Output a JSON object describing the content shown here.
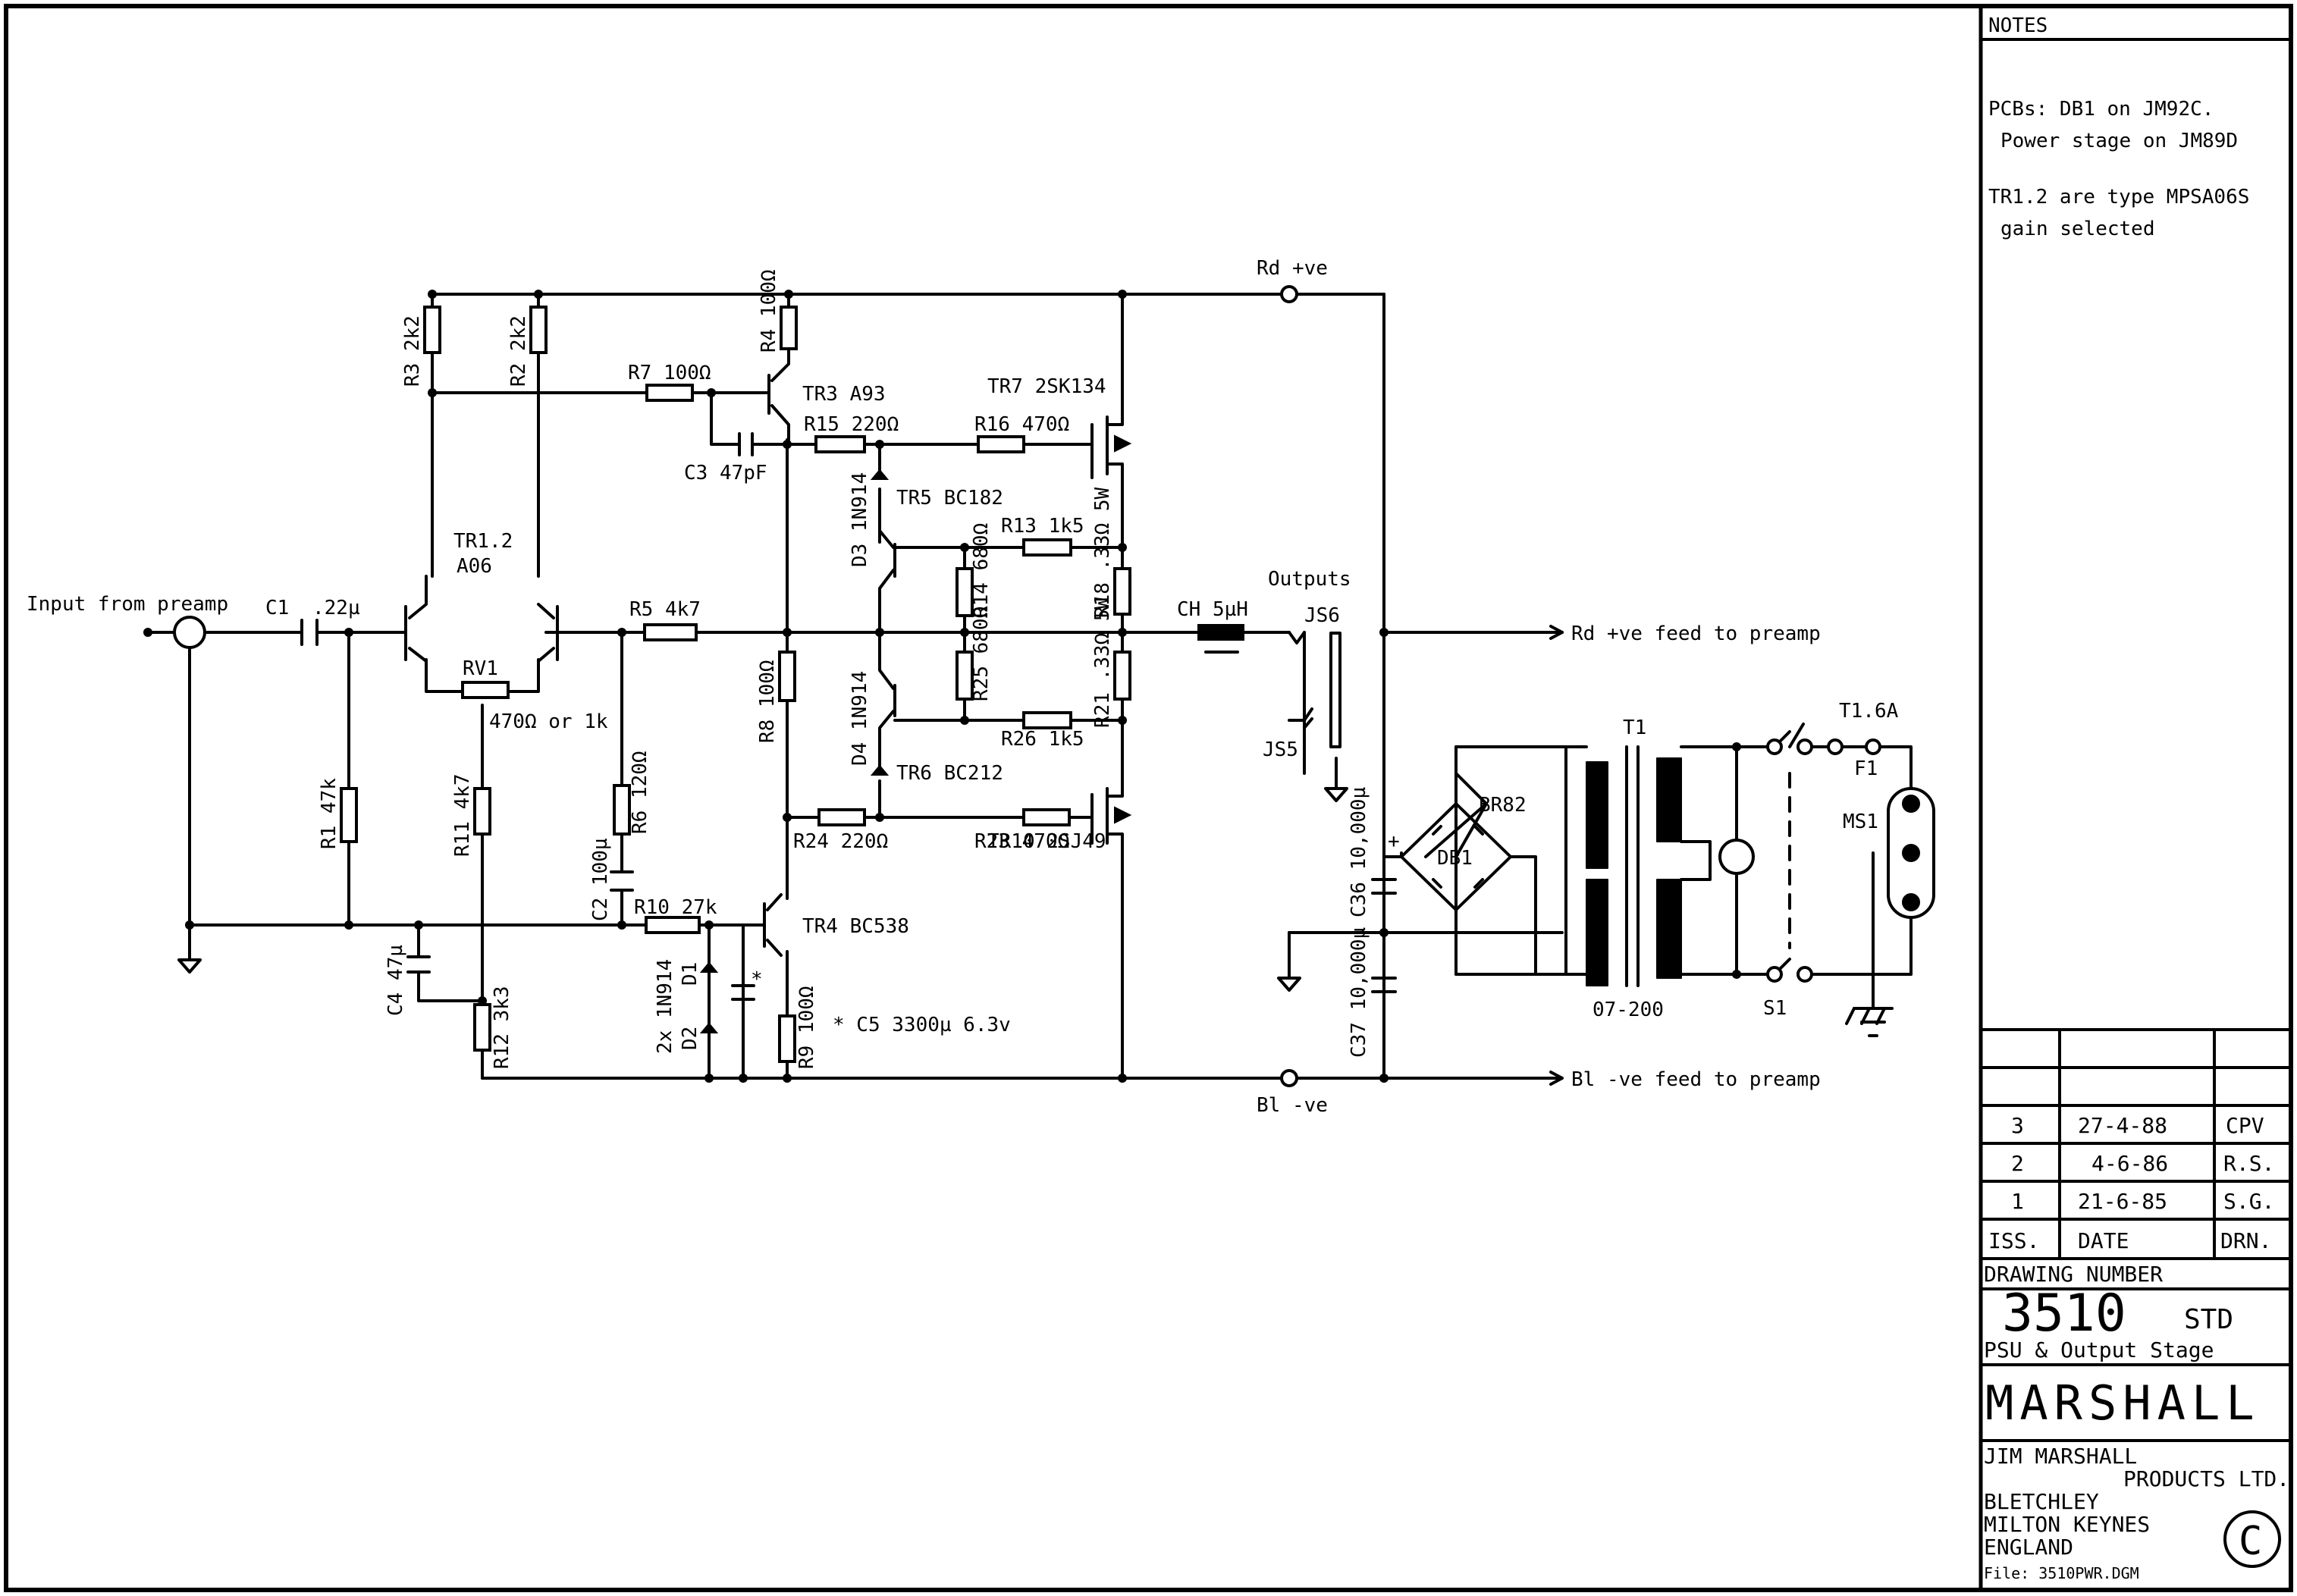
{
  "drawing": {
    "components": {
      "input": "Input from preamp",
      "c1": "C1",
      "c1v": ".22µ",
      "tr12": "TR1.2",
      "tr12t": "A06",
      "rv1": "RV1",
      "rv1v": "470Ω or 1k",
      "r3": "R3 2k2",
      "r2": "R2 2k2",
      "r1": "R1 47k",
      "r11": "R11 4k7",
      "r12": "R12 3k3",
      "c4": "C4 47µ",
      "r5": "R5 4k7",
      "r6": "R6 120Ω",
      "c2": "C2 100µ",
      "r10": "R10 27k",
      "d1": "D1",
      "d2": "D2",
      "d12": "2x 1N914",
      "c5mark": "*",
      "r7": "R7 100Ω",
      "c3": "C3 47pF",
      "r4": "R4 100Ω",
      "tr3": "TR3 A93",
      "r15": "R15 220Ω",
      "r16": "R16 470Ω",
      "tr7": "TR7 2SK134",
      "d3": "D3 1N914",
      "tr5": "TR5 BC182",
      "r13": "R13 1k5",
      "r14": "R14 680Ω",
      "r25": "R25 680Ω",
      "r18": "R18 .33Ω 5W",
      "r21": "R21 .33Ω 5W",
      "r8": "R8 100Ω",
      "d4": "D4 1N914",
      "r26": "R26 1k5",
      "tr6": "TR6 BC212",
      "r24": "R24 220Ω",
      "r23": "R23 470Ω",
      "tr10": "TR10 2SJ49",
      "tr4": "TR4 BC538",
      "r9": "R9 100Ω",
      "c5": "* C5 3300µ 6.3v",
      "ch": "CH 5µH",
      "outputs": "Outputs",
      "js6": "JS6",
      "js5": "JS5",
      "rdpos": "Rd +ve",
      "blneg": "Bl -ve",
      "rdfeed": "Rd +ve feed to preamp",
      "blfeed": "Bl -ve feed to preamp",
      "c36": "C36 10,000µ",
      "c37": "C37 10,000µ",
      "db1": "DB1",
      "br82": "BR82",
      "plus": "+",
      "t1": "T1",
      "t1num": "07-200",
      "fuse": "T1.6A",
      "f1": "F1",
      "ms1": "MS1",
      "s1": "S1"
    }
  },
  "notes": {
    "heading": "NOTES",
    "line1": "PCBs: DB1 on JM92C.",
    "line2": "Power stage on JM89D",
    "line3": "TR1.2 are type MPSA06S",
    "line4": "gain selected"
  },
  "revisions": [
    {
      "iss": "3",
      "date": "27-4-88",
      "drn": "CPV"
    },
    {
      "iss": "2",
      "date": "4-6-86",
      "drn": "R.S."
    },
    {
      "iss": "1",
      "date": "21-6-85",
      "drn": "S.G."
    }
  ],
  "revision_headers": {
    "iss": "ISS.",
    "date": "DATE",
    "drn": "DRN."
  },
  "title_block": {
    "drawing_number_label": "DRAWING NUMBER",
    "drawing_number": "3510",
    "suffix": "STD",
    "title": "PSU & Output Stage",
    "brand": "MARSHALL",
    "company1": "JIM MARSHALL",
    "company2": "PRODUCTS LTD.",
    "addr1": "BLETCHLEY",
    "addr2": "MILTON KEYNES",
    "addr3": "ENGLAND",
    "file": "File: 3510PWR.DGM",
    "copyright": "C"
  }
}
